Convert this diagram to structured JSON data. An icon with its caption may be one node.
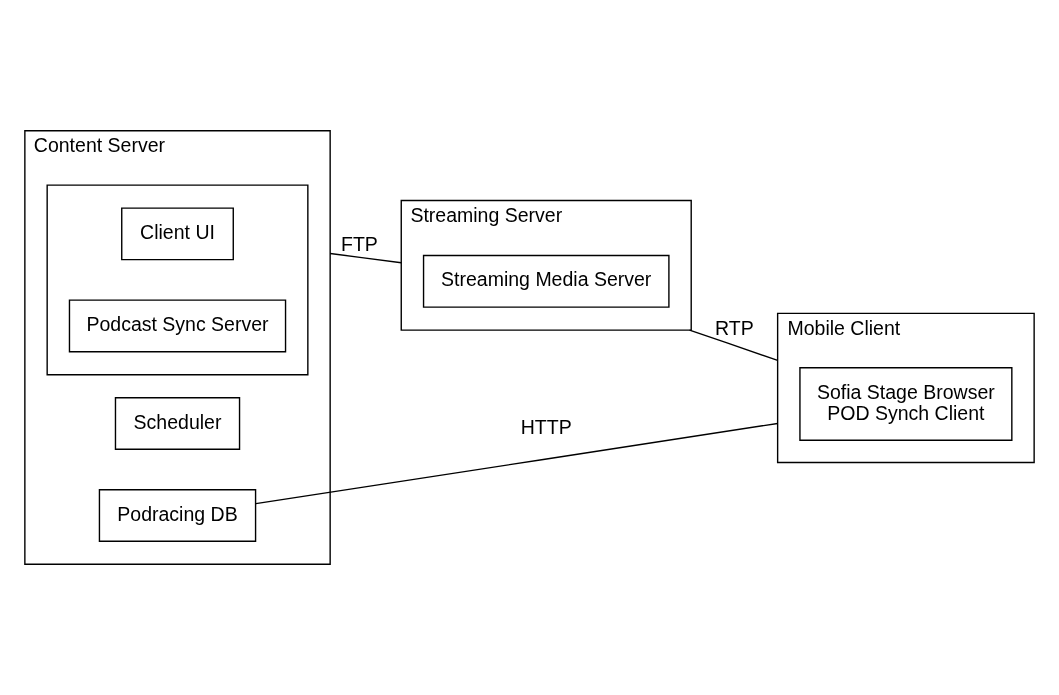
{
  "diagram": {
    "nodes": [
      {
        "text": [
          "Content Server"
        ]
      },
      {
        "text": [],
        "shape": "box",
        "in": 0
      },
      {
        "text": [
          "Client UI"
        ],
        "in": 1
      },
      {
        "text": [
          "Podcast Sync Server"
        ],
        "in": 1
      },
      {
        "text": [
          "Scheduler"
        ],
        "in": 0
      },
      {
        "text": [
          "Podracing DB"
        ],
        "in": 0
      },
      {
        "text": [
          "Streaming Server"
        ]
      },
      {
        "text": [
          "Streaming Media Server"
        ],
        "in": 6
      },
      {
        "text": [
          "Mobile Client"
        ]
      },
      {
        "text": [
          "Sofia Stage Browser",
          "POD Synch Client"
        ],
        "in": 8
      }
    ],
    "edges": [
      {
        "from": 0,
        "to": 6,
        "arrow": "none",
        "label": "FTP"
      },
      {
        "from": 5,
        "to": 8,
        "arrow": "none",
        "label": "HTTP"
      },
      {
        "from": 6,
        "to": 8,
        "arrow": "none",
        "label": "RTP"
      }
    ]
  }
}
